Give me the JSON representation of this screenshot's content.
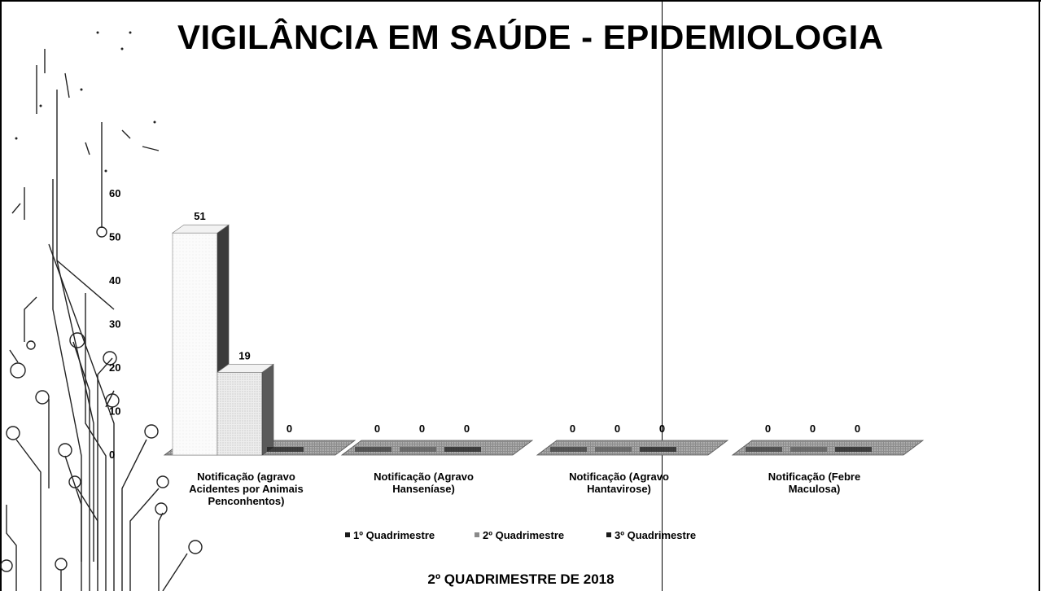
{
  "slide": {
    "title": "VIGILÂNCIA EM SAÚDE - EPIDEMIOLOGIA",
    "footer": "2º QUADRIMESTRE DE 2018"
  },
  "colors": {
    "series1": "#fafafa",
    "series2": "#e4e4e4",
    "series3": "#3a3a3a",
    "floor": "#9a9a9a"
  },
  "chart_data": {
    "type": "bar",
    "title": "",
    "xlabel": "",
    "ylabel": "",
    "ylim": [
      0,
      60
    ],
    "yticks": [
      "0",
      "10",
      "20",
      "30",
      "40",
      "50",
      "60"
    ],
    "categories": [
      [
        "Notificação (agravo",
        "Acidentes por Animais",
        "Penconhentos)"
      ],
      [
        "Notificação (Agravo",
        "Hanseníase)"
      ],
      [
        "Notificação (Agravo",
        "Hantavirose)"
      ],
      [
        "Notificação (Febre",
        "Maculosa)"
      ]
    ],
    "series": [
      {
        "name": "1º Quadrimestre",
        "values": [
          51,
          0,
          0,
          0
        ]
      },
      {
        "name": "2º Quadrimestre",
        "values": [
          19,
          0,
          0,
          0
        ]
      },
      {
        "name": "3º Quadrimestre",
        "values": [
          0,
          0,
          0,
          0
        ]
      }
    ],
    "legend": "bottom",
    "grid": false
  }
}
